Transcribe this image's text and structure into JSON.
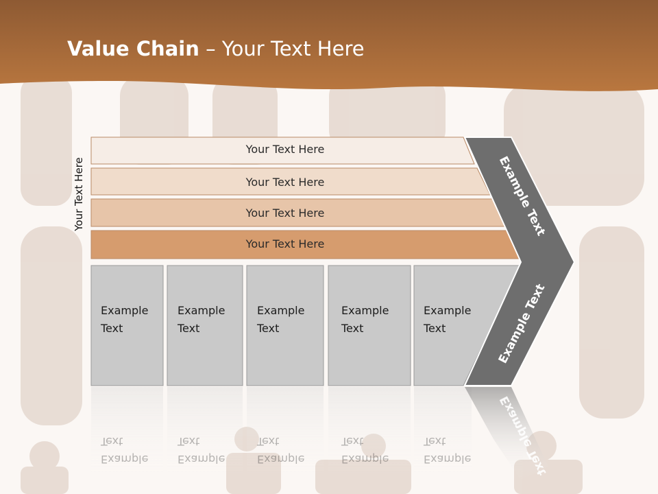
{
  "header": {
    "title_bold": "Value Chain",
    "title_rest": " – Your Text Here"
  },
  "side_label": "Your Text Here",
  "rows": [
    {
      "label": "Your Text Here",
      "color": "#f6ede6"
    },
    {
      "label": "Your Text Here",
      "color": "#f0dccb"
    },
    {
      "label": "Your Text Here",
      "color": "#e7c5a9"
    },
    {
      "label": "Your Text Here",
      "color": "#d69c6e"
    }
  ],
  "boxes": [
    {
      "label": "Example\nText"
    },
    {
      "label": "Example\nText"
    },
    {
      "label": "Example\nText"
    },
    {
      "label": "Example\nText"
    },
    {
      "label": "Example\nText"
    }
  ],
  "arrow": {
    "top_label": "Example Text",
    "bottom_label": "Example Text",
    "color": "#6e6e6e"
  },
  "colors": {
    "header_brown": "#a76a3a",
    "box_gray": "#c9c9c9"
  }
}
